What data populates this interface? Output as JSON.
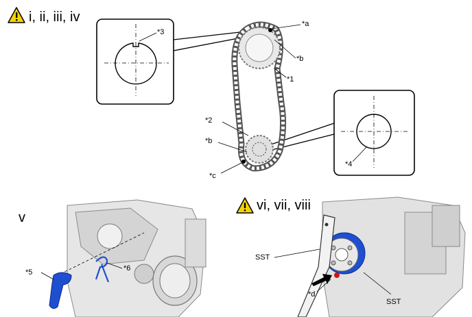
{
  "sections": {
    "steps_1_4": "i, ii, iii, iv",
    "step_5": "v",
    "steps_6_8": "vi, vii, viii"
  },
  "callouts": {
    "a": "*a",
    "b_top": "*b",
    "b_bottom": "*b",
    "c": "*c",
    "d": "*d",
    "n1": "*1",
    "n2": "*2",
    "n3": "*3",
    "n4": "*4",
    "n5": "*5",
    "n6": "*6",
    "sst_left": "SST",
    "sst_right": "SST"
  },
  "colors": {
    "caution_yellow": "#f5d400",
    "tool_blue": "#1f4fd1",
    "mark_red": "#d21414"
  },
  "icons": [
    "warning-triangle-icon",
    "warning-triangle-icon"
  ]
}
